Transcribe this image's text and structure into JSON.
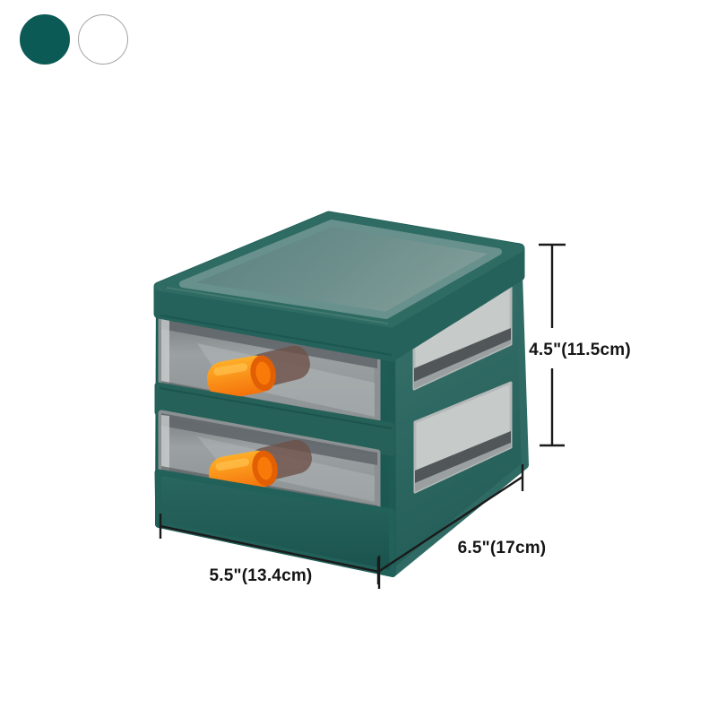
{
  "swatches": {
    "items": [
      {
        "name": "teal",
        "color": "#0c5a56",
        "border": "#0c5a56"
      },
      {
        "name": "white",
        "color": "#ffffff",
        "border": "#a3a3a3"
      }
    ]
  },
  "dimensions": {
    "height_label": "4.5\"(11.5cm)",
    "depth_label": "6.5\"(17cm)",
    "width_label": "5.5\"(13.4cm)",
    "line_color": "#1a1a1a"
  },
  "product": {
    "alt": "two-drawer desktop storage organizer",
    "colors": {
      "frame_green_dark": "#1f5c56",
      "frame_green_side": "#346f69",
      "lid_surface_teal": "#6b8e8b",
      "drawer_translucent_gray": "#9aa0a2",
      "handle_orange": "#f4720a",
      "handle_orange_light": "#ffae28",
      "handle_inner_brown": "#6e5148"
    }
  }
}
